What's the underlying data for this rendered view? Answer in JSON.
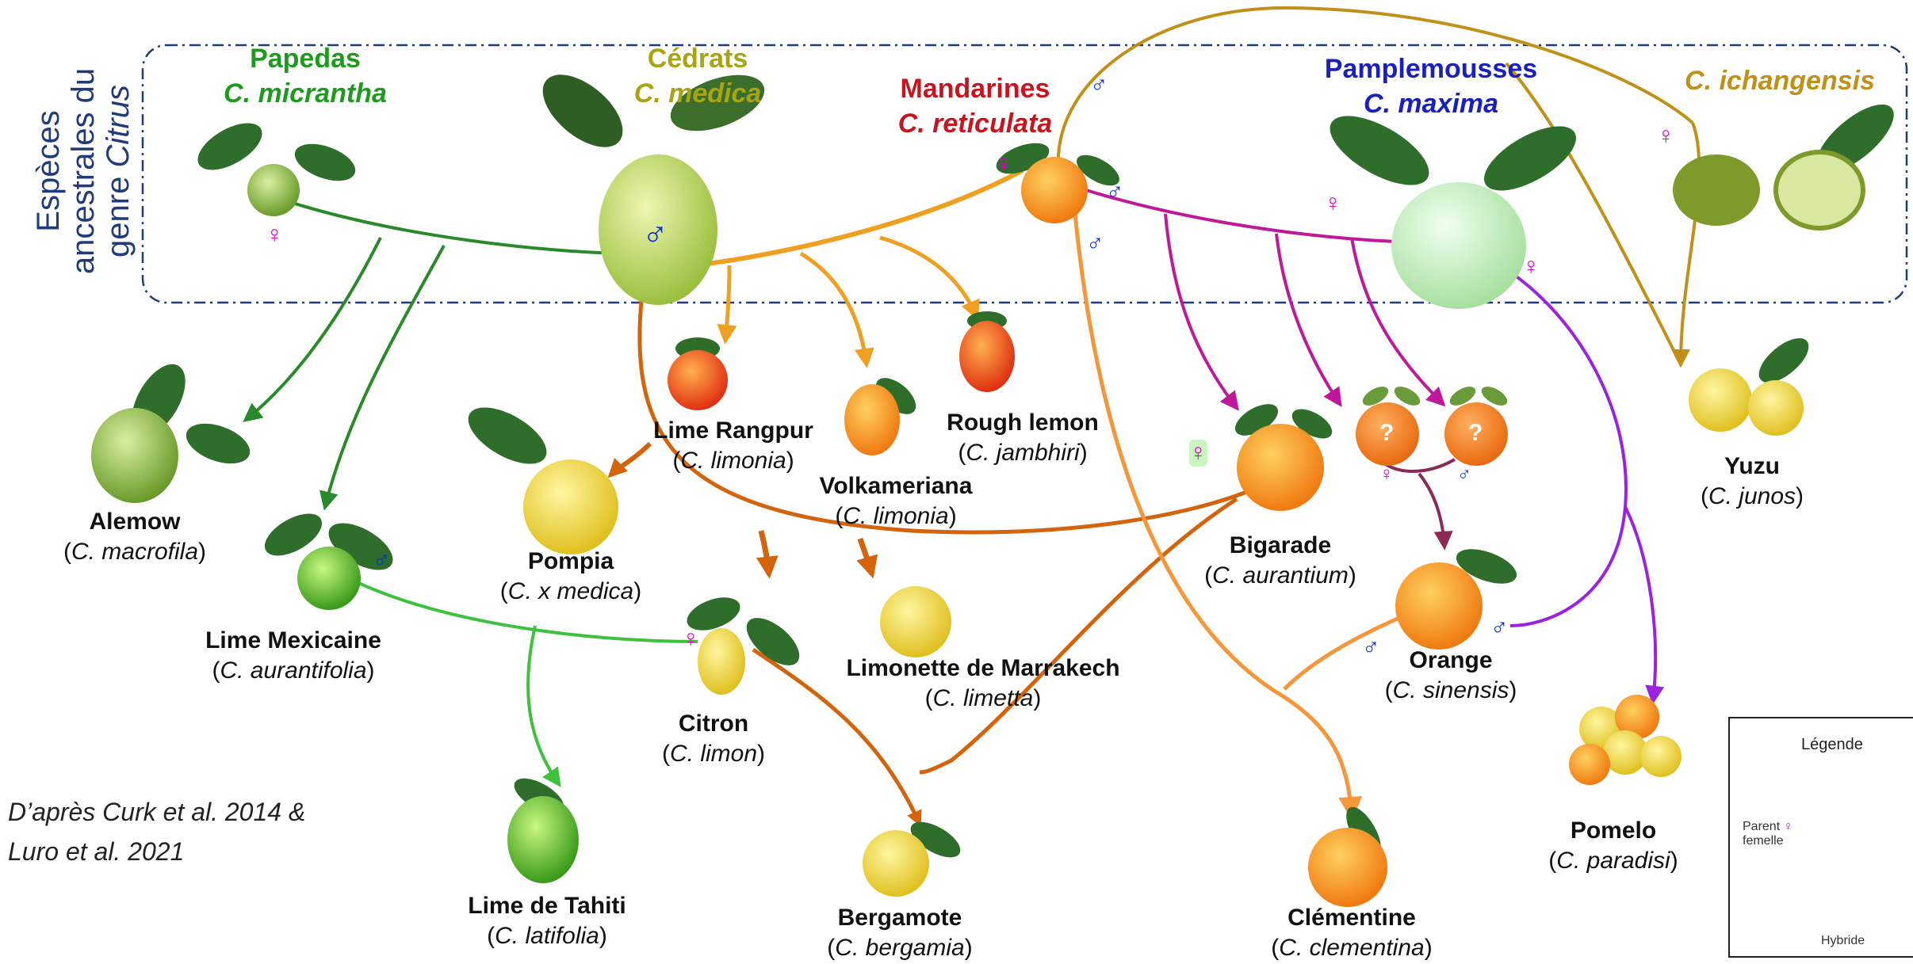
{
  "side_title": {
    "line1": "Espèces",
    "line2": "ancestrales du",
    "line3_pre": "genre ",
    "line3_it": "Citrus"
  },
  "ancestors": {
    "papedas": {
      "name": "Papedas",
      "sci": "C.  micrantha",
      "color": "#1e9a1e"
    },
    "cedrats": {
      "name": "Cédrats",
      "sci": "C. medica",
      "color": "#a8a515"
    },
    "mandarines": {
      "name": "Mandarines",
      "sci": "C. reticulata",
      "color": "#c8141e"
    },
    "pamplemousses": {
      "name": "Pamplemousses",
      "sci": "C. maxima",
      "color": "#1a20c0"
    },
    "ichangensis": {
      "sci": "C. ichangensis",
      "color": "#c09018"
    }
  },
  "hybrids": {
    "alemow": {
      "name": "Alemow",
      "sci": "C. macrofila"
    },
    "lime_mexicaine": {
      "name": "Lime Mexicaine",
      "sci": "C. aurantifolia"
    },
    "pompia": {
      "name": "Pompia",
      "sci": "C. x medica"
    },
    "lime_rangpur": {
      "name": "Lime Rangpur",
      "sci": "C. limonia"
    },
    "volkameriana": {
      "name": "Volkameriana",
      "sci": "C. limonia"
    },
    "rough_lemon": {
      "name": "Rough lemon",
      "sci": "C. jambhiri"
    },
    "limonette": {
      "name": "Limonette de Marrakech",
      "sci": "C. limetta"
    },
    "citron": {
      "name": "Citron",
      "sci": "C. limon"
    },
    "bigarade": {
      "name": "Bigarade",
      "sci": "C. aurantium"
    },
    "orange": {
      "name": "Orange",
      "sci": "C. sinensis"
    },
    "yuzu": {
      "name": "Yuzu",
      "sci": "C. junos"
    },
    "pomelo": {
      "name": "Pomelo",
      "sci": "C. paradisi"
    },
    "clementine": {
      "name": "Clémentine",
      "sci": "C. clementina"
    },
    "bergamote": {
      "name": "Bergamote",
      "sci": "C. bergamia"
    },
    "lime_tahiti": {
      "name": "Lime de Tahiti",
      "sci": "C. latifolia"
    }
  },
  "unknown_marker": "?",
  "credit": {
    "line1": "D’après Curk et al. 2014 &",
    "line2": "Luro et al. 2021"
  },
  "legend": {
    "title": "Légende",
    "parent_label1": "Parent",
    "parent_label2": "femelle",
    "hybrid_label": "Hybride"
  },
  "symbols": {
    "female": "♀",
    "male": "♂"
  }
}
